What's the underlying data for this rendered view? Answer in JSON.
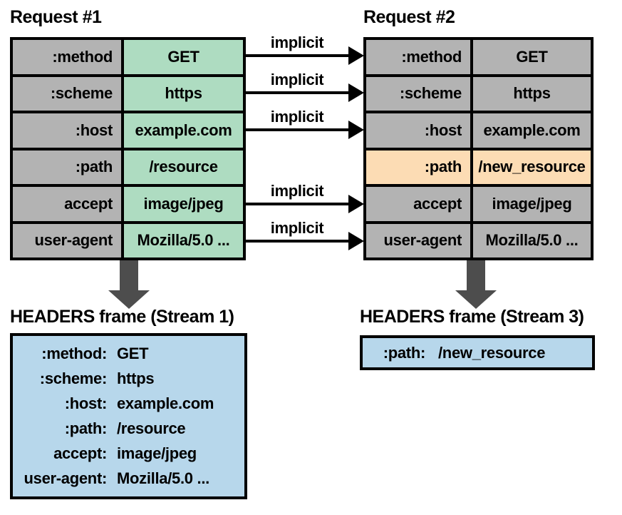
{
  "colors": {
    "header_gray": "#b3b3b3",
    "indexed_green": "#aedcc1",
    "changed_orange": "#fcdcb4",
    "frame_blue": "#b7d7eb",
    "down_arrow_gray": "#4d4d4d",
    "border_black": "#000000"
  },
  "implicit_label": "implicit",
  "request1": {
    "title": "Request #1",
    "rows": [
      {
        "name": ":method",
        "value": "GET"
      },
      {
        "name": ":scheme",
        "value": "https"
      },
      {
        "name": ":host",
        "value": "example.com"
      },
      {
        "name": ":path",
        "value": "/resource"
      },
      {
        "name": "accept",
        "value": "image/jpeg"
      },
      {
        "name": "user-agent",
        "value": "Mozilla/5.0 ..."
      }
    ]
  },
  "request2": {
    "title": "Request #2",
    "rows": [
      {
        "name": ":method",
        "value": "GET"
      },
      {
        "name": ":scheme",
        "value": "https"
      },
      {
        "name": ":host",
        "value": "example.com"
      },
      {
        "name": ":path",
        "value": "/new_resource",
        "highlighted": true
      },
      {
        "name": "accept",
        "value": "image/jpeg"
      },
      {
        "name": "user-agent",
        "value": "Mozilla/5.0 ..."
      }
    ]
  },
  "frame1": {
    "title": "HEADERS frame (Stream 1)",
    "entries": [
      {
        "label": ":method:",
        "value": "GET"
      },
      {
        "label": ":scheme:",
        "value": "https"
      },
      {
        "label": ":host:",
        "value": "example.com"
      },
      {
        "label": ":path:",
        "value": "/resource"
      },
      {
        "label": "accept:",
        "value": "image/jpeg"
      },
      {
        "label": "user-agent:",
        "value": "Mozilla/5.0 ..."
      }
    ]
  },
  "frame2": {
    "title": "HEADERS frame (Stream 3)",
    "entries": [
      {
        "label": ":path:",
        "value": "/new_resource"
      }
    ]
  }
}
